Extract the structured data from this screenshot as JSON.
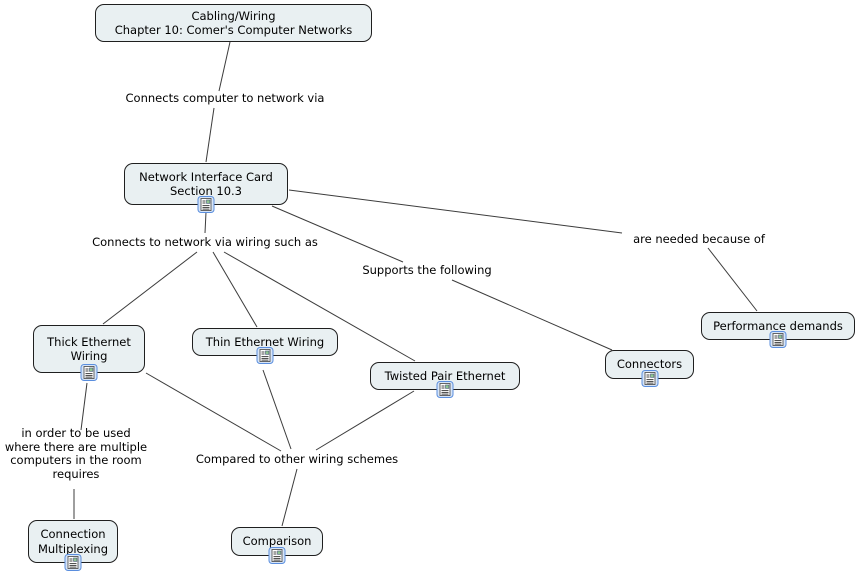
{
  "diagram": {
    "type": "concept-map",
    "colors": {
      "background": "#ffffff",
      "node_fill": "#e9f0f2",
      "node_border": "#1f1f1f",
      "edge_line": "#3c3c3c",
      "icon_frame": "#5a8ede",
      "icon_fill": "#d6e4f7"
    },
    "icons": {
      "resource": "document-with-image-icon"
    },
    "nodes": {
      "cabling": {
        "label": "Cabling/Wiring\nChapter 10: Comer's Computer Networks",
        "has_resource_icon": false
      },
      "nic": {
        "label": "Network Interface Card\nSection 10.3",
        "has_resource_icon": true
      },
      "thick": {
        "label": "Thick Ethernet\nWiring",
        "has_resource_icon": true
      },
      "thin": {
        "label": "Thin Ethernet Wiring",
        "has_resource_icon": true
      },
      "twisted": {
        "label": "Twisted Pair Ethernet",
        "has_resource_icon": true
      },
      "connectors": {
        "label": "Connectors",
        "has_resource_icon": true
      },
      "performance": {
        "label": "Performance demands",
        "has_resource_icon": true
      },
      "connmux": {
        "label": "Connection\nMultiplexing",
        "has_resource_icon": true
      },
      "comparison": {
        "label": "Comparison",
        "has_resource_icon": true
      }
    },
    "linking_phrases": {
      "connects_via": "Connects computer to network via",
      "wiring_such_as": "Connects to network via wiring such as",
      "supports": "Supports the following",
      "needed_because": "are needed because of",
      "multiplex_reason": "in order to be used\nwhere there are multiple\ncomputers in the room\nrequires",
      "compared": "Compared to other wiring schemes"
    },
    "relations": [
      {
        "from": "cabling",
        "phrase": "connects_via",
        "to": "nic"
      },
      {
        "from": "nic",
        "phrase": "wiring_such_as",
        "to": "thick"
      },
      {
        "from": "nic",
        "phrase": "wiring_such_as",
        "to": "thin"
      },
      {
        "from": "nic",
        "phrase": "wiring_such_as",
        "to": "twisted"
      },
      {
        "from": "nic",
        "phrase": "supports",
        "to": "connectors"
      },
      {
        "from": "nic",
        "phrase": "needed_because",
        "to": "performance"
      },
      {
        "from": "thick",
        "phrase": "multiplex_reason",
        "to": "connmux"
      },
      {
        "from": "thick",
        "phrase": "compared",
        "to": "comparison"
      },
      {
        "from": "thin",
        "phrase": "compared",
        "to": "comparison"
      },
      {
        "from": "twisted",
        "phrase": "compared",
        "to": "comparison"
      }
    ]
  }
}
